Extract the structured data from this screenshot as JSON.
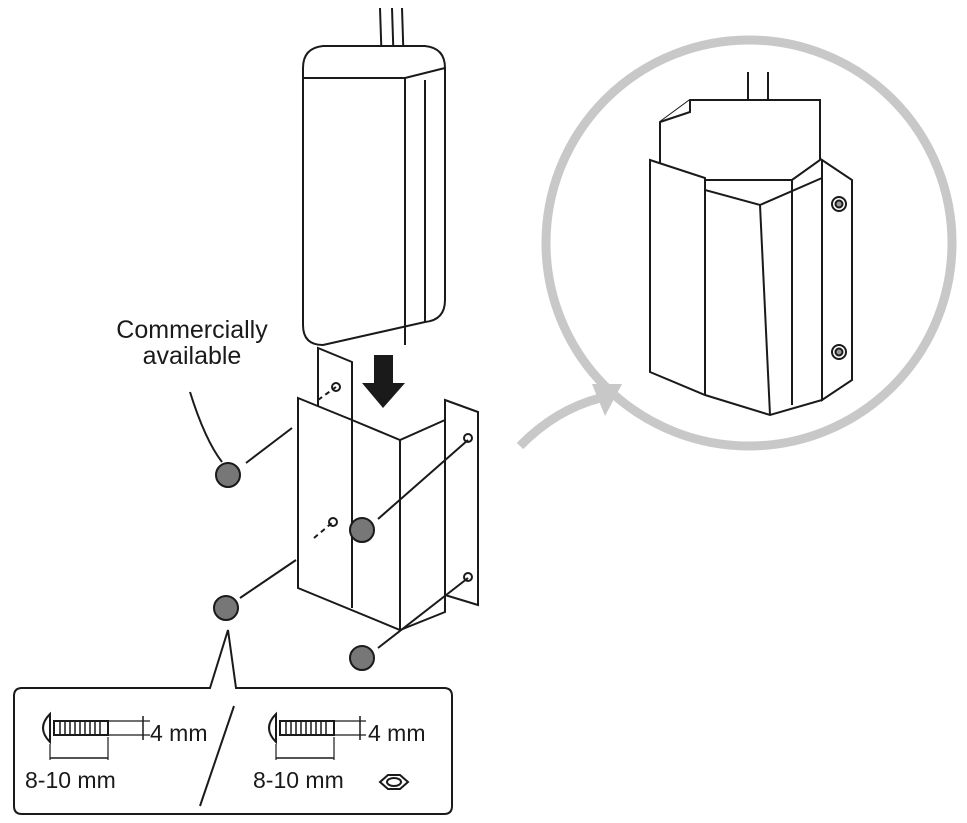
{
  "callout": {
    "line1": "Commercially",
    "line2": "available"
  },
  "screw_spec": {
    "option_a": {
      "diameter": "4 mm",
      "length": "8-10 mm"
    },
    "option_b": {
      "diameter": "4 mm",
      "length": "8-10 mm",
      "extra": "nut"
    },
    "separator": "/"
  },
  "colors": {
    "line": "#1a1a1a",
    "magnifier_ring": "#c8c8c8",
    "screw": "#777777",
    "arrow": "#1a1a1a"
  },
  "icons": {
    "insert_arrow": "arrow-down-icon",
    "magnify_arrow": "curved-arrow-icon",
    "nut": "hex-nut-icon"
  }
}
